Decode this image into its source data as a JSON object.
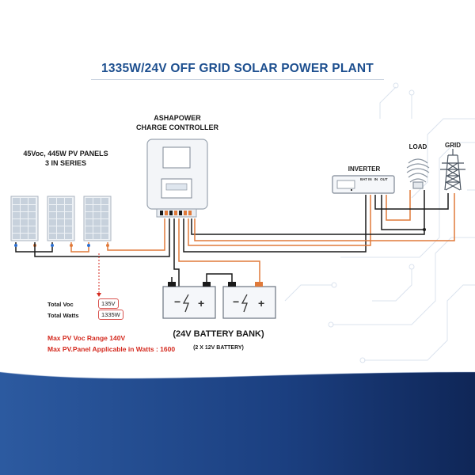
{
  "title": "1335W/24V OFF GRID SOLAR POWER PLANT",
  "controller": {
    "line1": "ASHAPOWER",
    "line2": "CHARGE CONTROLLER"
  },
  "panels": {
    "line1": "45Voc, 445W PV PANELS",
    "line2": "3 IN SERIES"
  },
  "inverter": {
    "label": "INVERTER",
    "terminals": [
      "BAT IN",
      "IN",
      "OUT"
    ]
  },
  "load": {
    "label": "LOAD"
  },
  "grid": {
    "label": "GRID"
  },
  "totals": [
    {
      "label": "Total Voc",
      "value": "135V"
    },
    {
      "label": "Total Watts",
      "value": "1335W"
    }
  ],
  "notes": [
    "Max PV Voc Range 140V",
    "Max PV.Panel Applicable in Watts : 1600"
  ],
  "battery_bank": {
    "label": "(24V BATTERY BANK)",
    "sublabel": "(2 X 12V  BATTERY)"
  },
  "colors": {
    "title": "#1d4f8f",
    "wire_positive": "#e07a3a",
    "wire_negative": "#1a1a1a",
    "note": "#d42a1f",
    "wave": "#1a3d7a"
  }
}
